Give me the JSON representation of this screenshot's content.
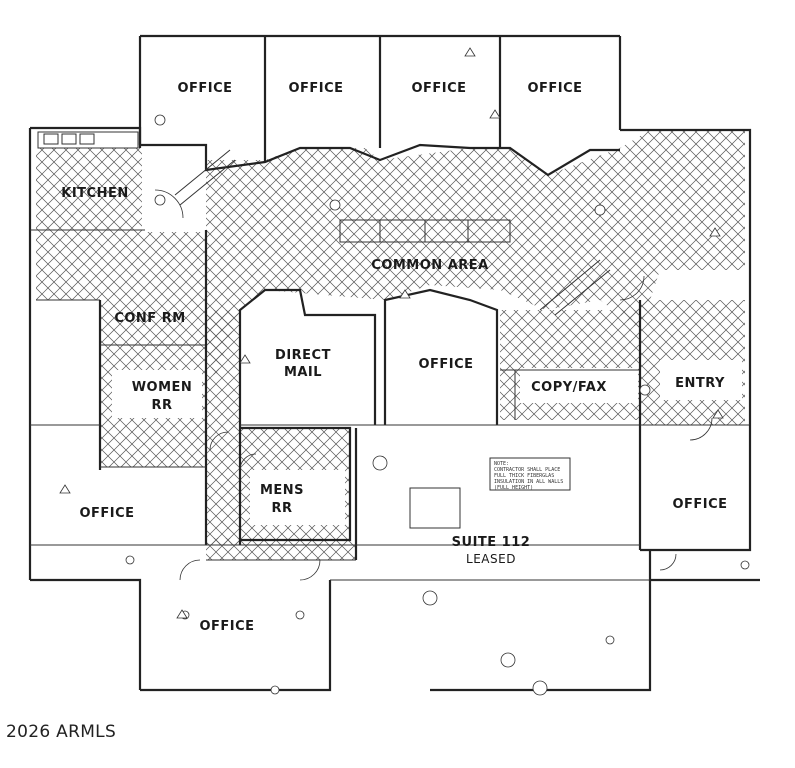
{
  "rooms": {
    "office_1": "OFFICE",
    "office_2": "OFFICE",
    "office_3": "OFFICE",
    "office_4": "OFFICE",
    "kitchen": "KITCHEN",
    "common_area": "COMMON AREA",
    "conf_rm": "CONF RM",
    "direct_mail_1": "DIRECT",
    "direct_mail_2": "MAIL",
    "office_center": "OFFICE",
    "women_rr_1": "WOMEN",
    "women_rr_2": "RR",
    "copy_fax": "COPY/FAX",
    "entry": "ENTRY",
    "mens_rr_1": "MENS",
    "mens_rr_2": "RR",
    "office_left": "OFFICE",
    "office_right": "OFFICE",
    "suite_1": "SUITE 112",
    "suite_2": "LEASED",
    "office_bottom": "OFFICE"
  },
  "note": [
    "NOTE:",
    "CONTRACTOR SHALL PLACE",
    "FULL THICK FIBERGLAS",
    "INSULATION IN ALL WALLS",
    "(FULL HEIGHT)"
  ],
  "copyright": "2026 ARMLS"
}
